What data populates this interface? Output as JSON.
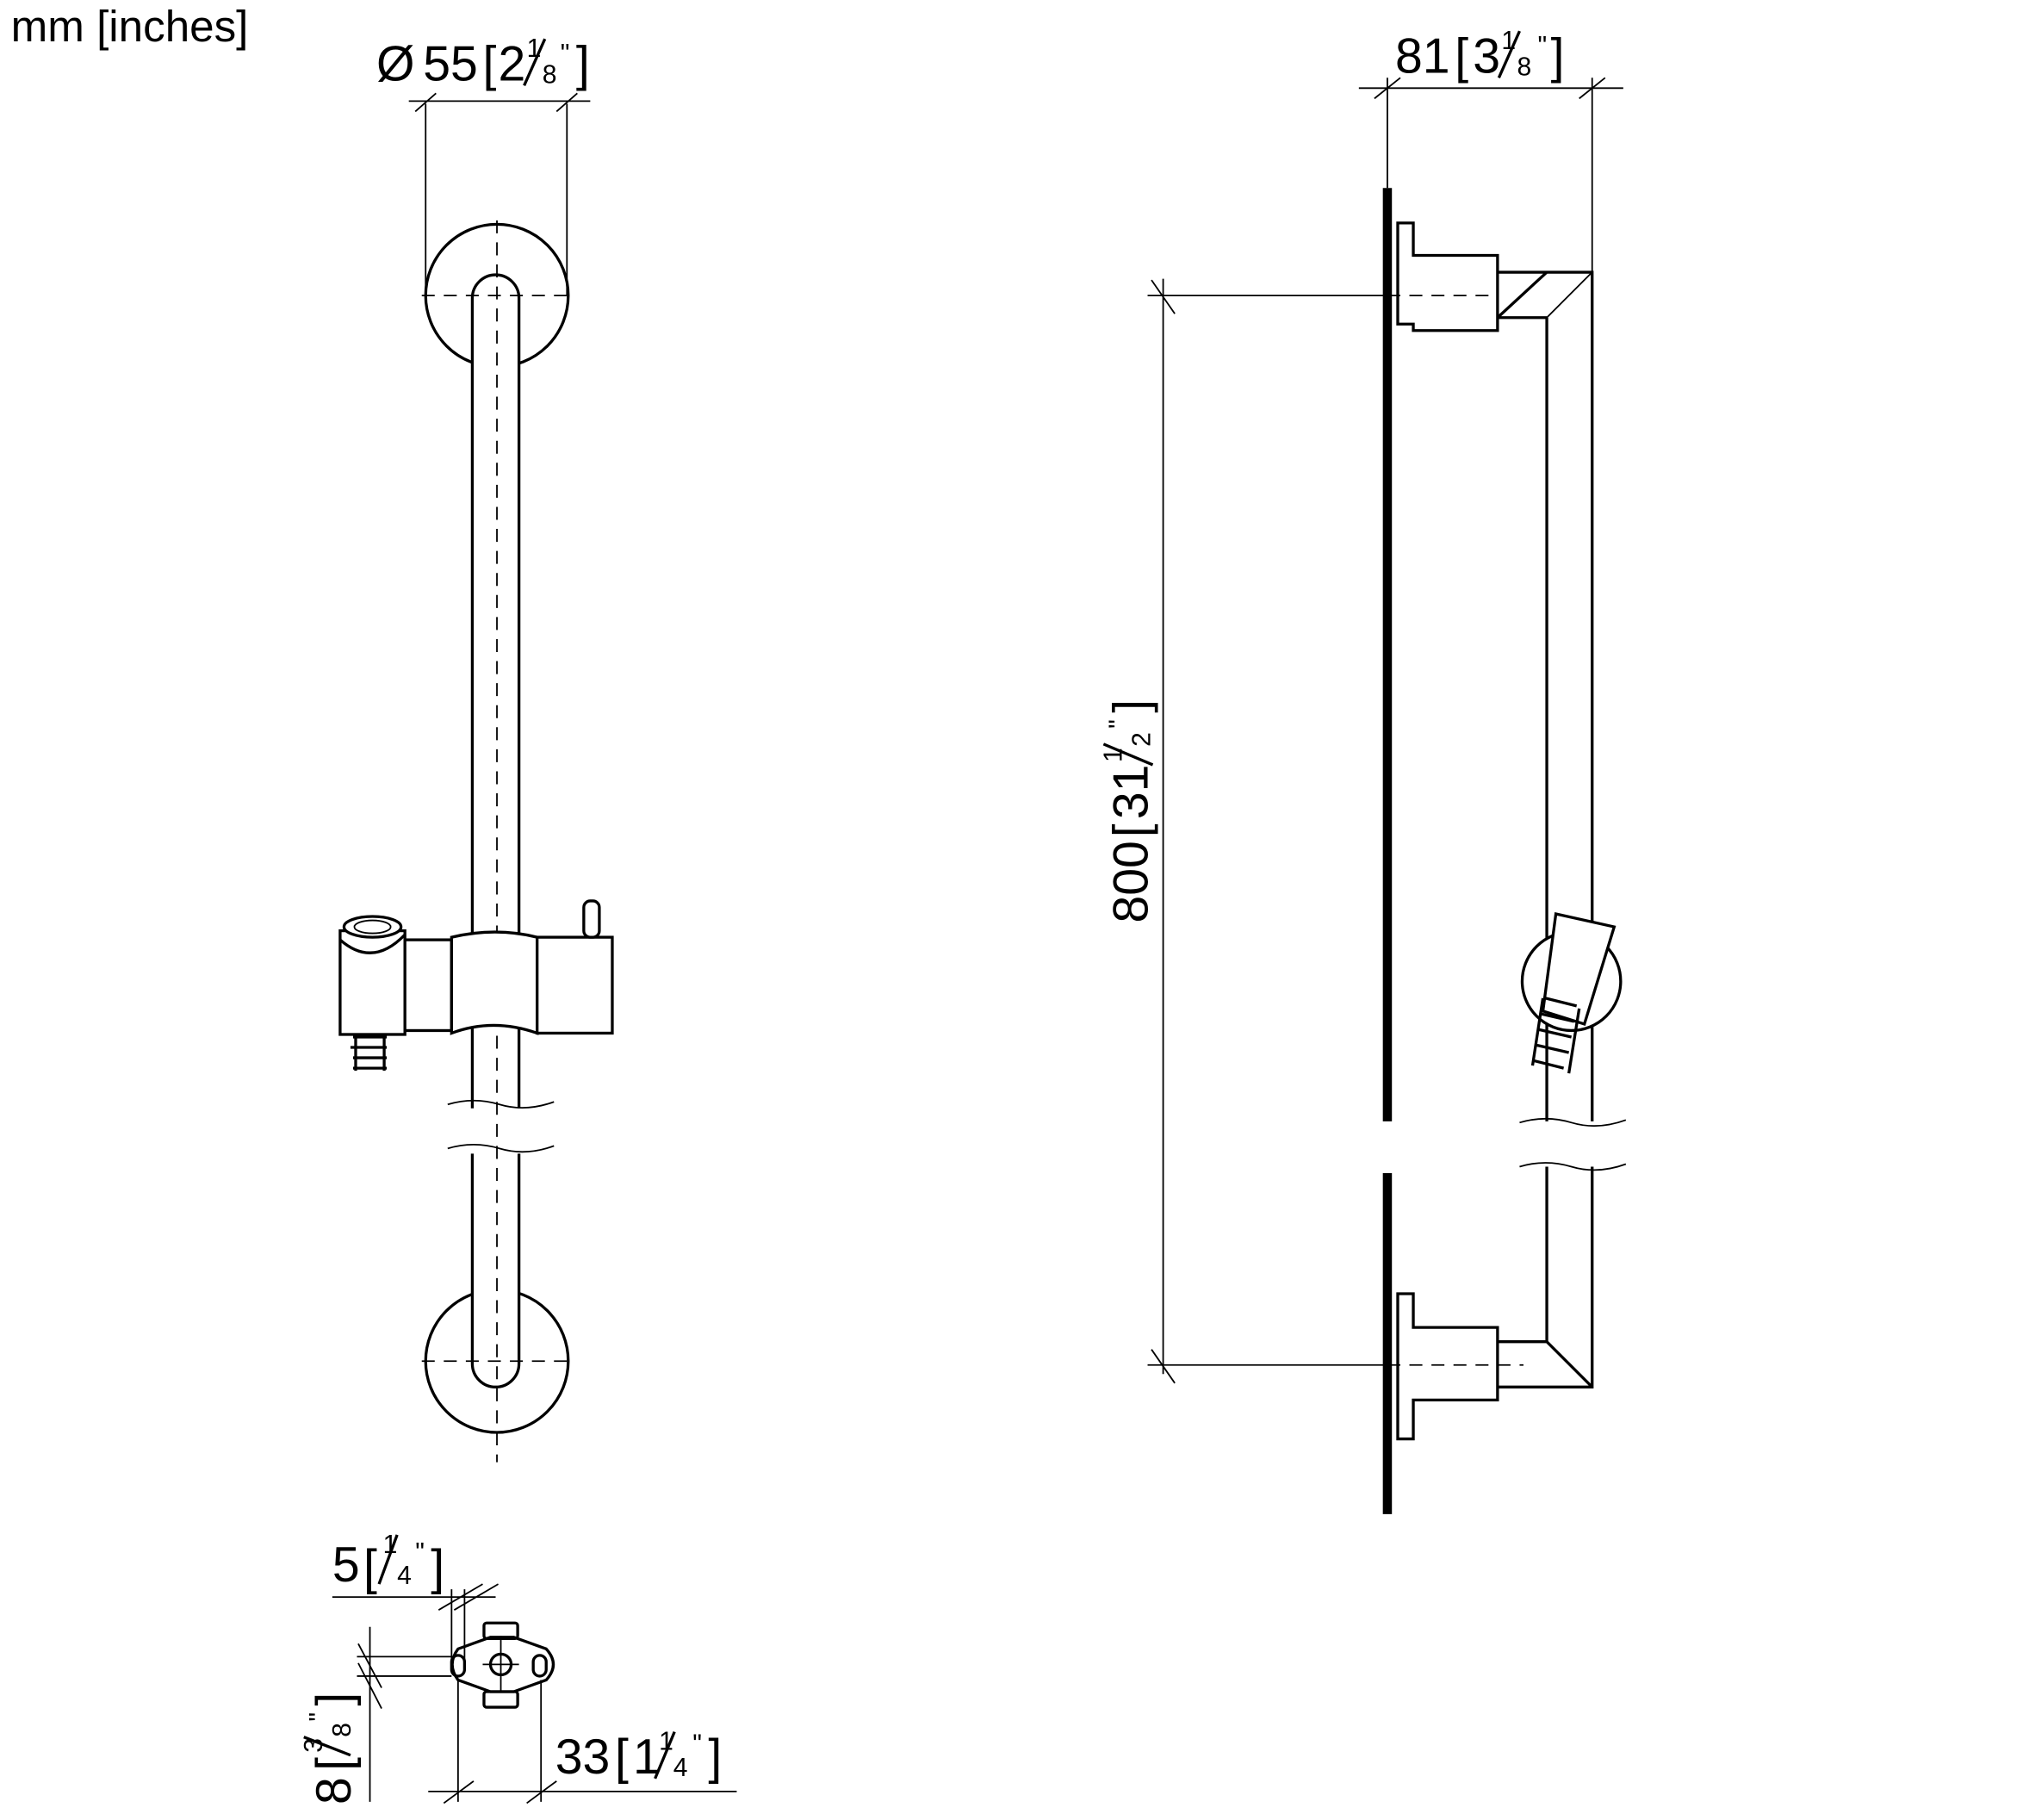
{
  "units_label": "mm [inches]",
  "dimensions": {
    "diameter": {
      "symbol": "Ø",
      "mm": "55",
      "inch_whole": "2",
      "inch_num": "1",
      "inch_den": "8",
      "inch_mark": "\""
    },
    "depth": {
      "mm": "81",
      "inch_whole": "3",
      "inch_num": "1",
      "inch_den": "8",
      "inch_mark": "\""
    },
    "height": {
      "mm": "800",
      "inch_whole": "31",
      "inch_num": "1",
      "inch_den": "2",
      "inch_mark": "\""
    },
    "slot_width": {
      "mm": "5",
      "inch_num": "1",
      "inch_den": "4",
      "inch_mark": "\""
    },
    "slot_height": {
      "mm": "8",
      "inch_num": "3",
      "inch_den": "8",
      "inch_mark": "\""
    },
    "hole_spacing": {
      "mm": "33",
      "inch_whole": "1",
      "inch_num": "1",
      "inch_den": "4",
      "inch_mark": "\""
    }
  }
}
